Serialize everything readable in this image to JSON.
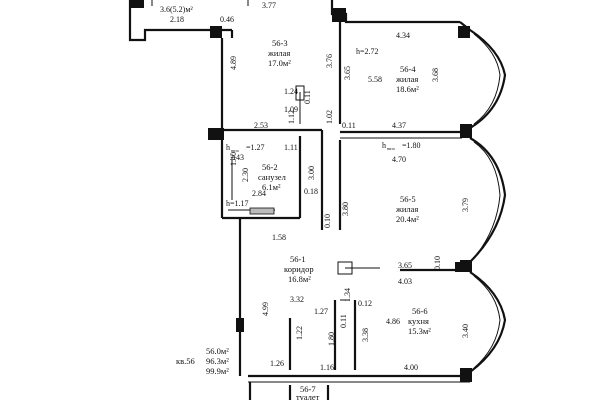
{
  "top": {
    "area_partial": "3.6(5.2)м²",
    "d_218": "2.18",
    "d_046": "0.46",
    "d_377": "3.77"
  },
  "rooms": [
    {
      "id": "56-3",
      "name": "жилая",
      "area": "17.0м²"
    },
    {
      "id": "56-4",
      "name": "жилая",
      "area": "18.6м²"
    },
    {
      "id": "56-2",
      "name": "санузел",
      "area": "6.1м²"
    },
    {
      "id": "56-5",
      "name": "жилая",
      "area": "20.4м²"
    },
    {
      "id": "56-1",
      "name": "коридор",
      "area": "16.8м²"
    },
    {
      "id": "56-6",
      "name": "кухня",
      "area": "15.3м²"
    },
    {
      "id": "56-7",
      "name": "туалет",
      "area": ""
    }
  ],
  "heights": {
    "h1": "h=2.72",
    "h2": "h",
    "h2_sub": "низа",
    "h2_val": "=1.27",
    "h3": "h",
    "h3_sub": "низа",
    "h3_val": "=1.80",
    "h4": "h=1.17"
  },
  "dims": {
    "d434": "4.34",
    "d489": "4.89",
    "d376": "3.76",
    "d365": "3.65",
    "d558": "5.58",
    "d368": "3.68",
    "d124": "1.24",
    "d011a": "0.11",
    "d109": "1.09",
    "d112": "1.12",
    "d102": "1.02",
    "d011b": "0.11",
    "d437": "4.37",
    "d253": "2.53",
    "d111": "1.11",
    "d243": "2.43",
    "d470": "4.70",
    "d140": "1.40",
    "d230": "2.30",
    "d300": "3.00",
    "d284": "2.84",
    "d018": "0.18",
    "d379": "3.79",
    "d380": "3.80",
    "d010a": "0.10",
    "d158": "1.58",
    "d365b": "3.65",
    "d010b": "0.10",
    "d403": "4.03",
    "d332": "3.32",
    "d134": "1.34",
    "d012": "0.12",
    "d499": "4.99",
    "d127": "1.27",
    "d011c": "0.11",
    "d486": "4.86",
    "d122": "1.22",
    "d180": "1.80",
    "d338": "3.38",
    "d340": "3.40",
    "d126": "1.26",
    "d116": "1.16",
    "d400": "4.00"
  },
  "summary": {
    "apt": "кв.56",
    "a1": "56.0м²",
    "a2": "96.3м²",
    "a3": "99.9м²"
  }
}
